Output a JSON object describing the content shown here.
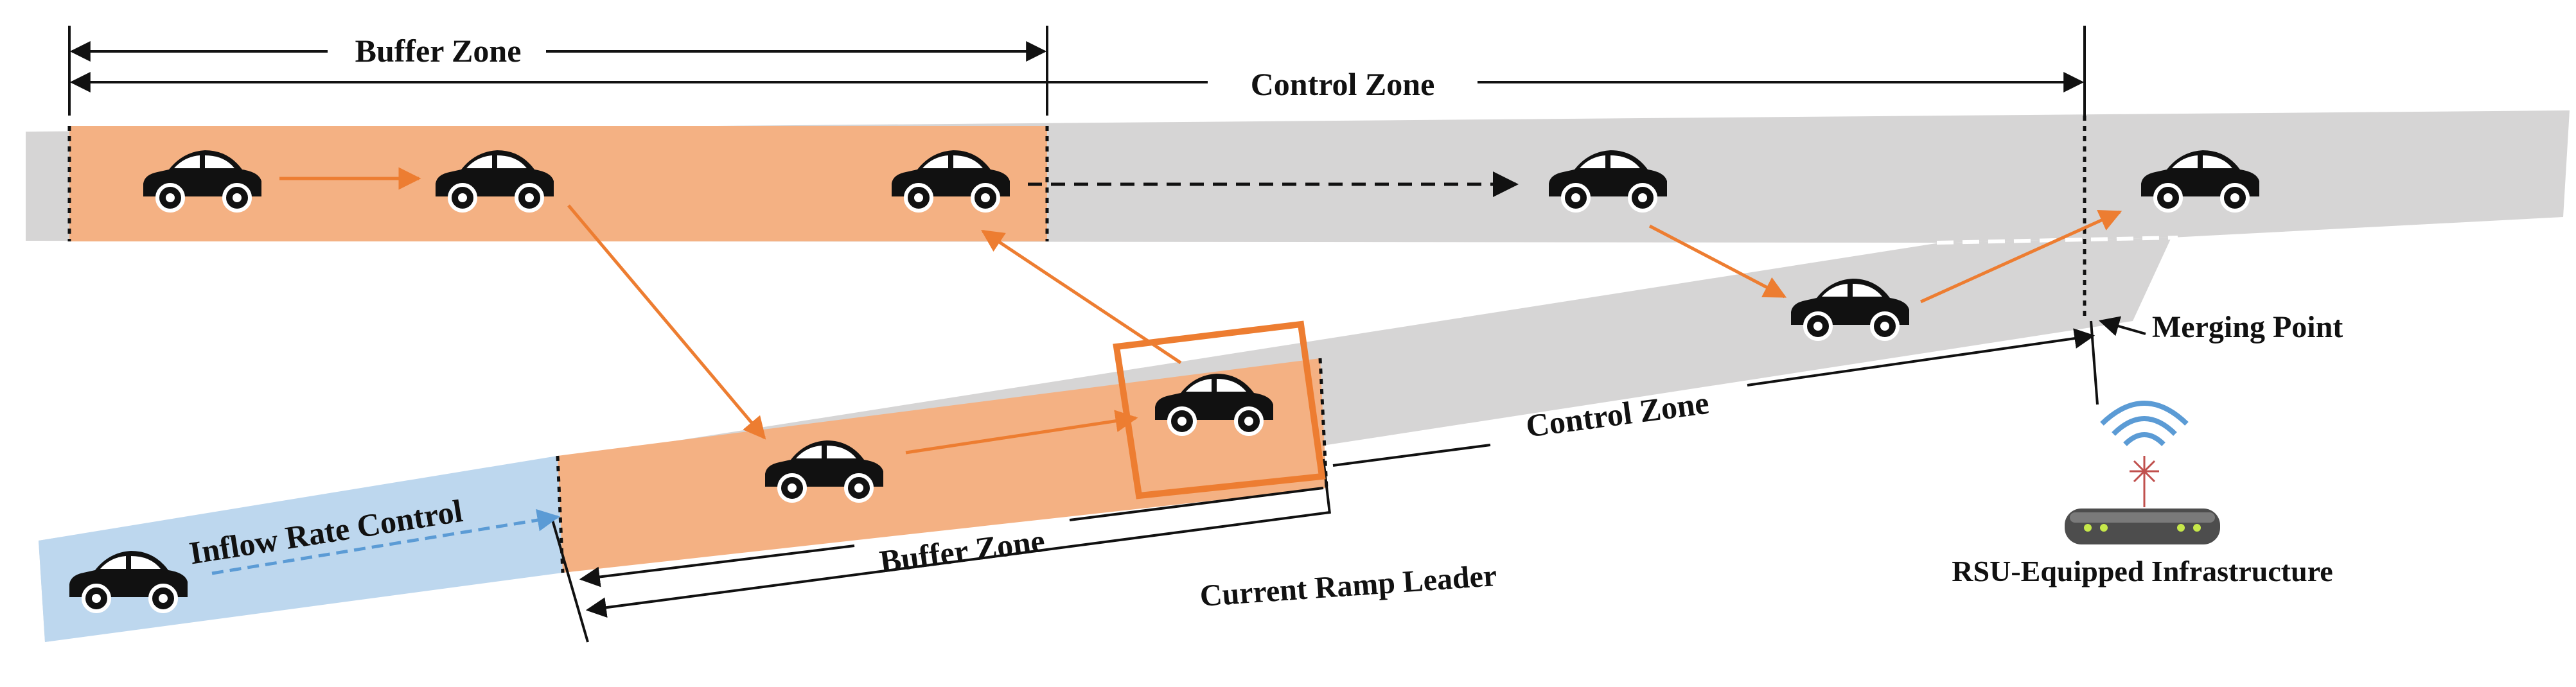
{
  "labels": {
    "buffer_zone_top": "Buffer Zone",
    "control_zone_top": "Control Zone",
    "control_zone_ramp": "Control Zone",
    "buffer_zone_ramp": "Buffer Zone",
    "merging_point": "Merging Point",
    "inflow_rate_control": "Inflow Rate Control",
    "current_ramp_leader": "Current Ramp Leader",
    "rsu": "RSU-Equipped Infrastructure"
  },
  "colors": {
    "road": "#d6d5d5",
    "buffer": "#f4b183",
    "inflow": "#bdd7ee",
    "arrow_orange": "#ed7d31",
    "arrow_blue": "#5b9bd5",
    "leader_box": "#ed7d31",
    "car": "#111111"
  },
  "icons": {
    "car": "car-icon",
    "rsu": "rsu-router-icon",
    "wifi": "wifi-signal-icon"
  }
}
